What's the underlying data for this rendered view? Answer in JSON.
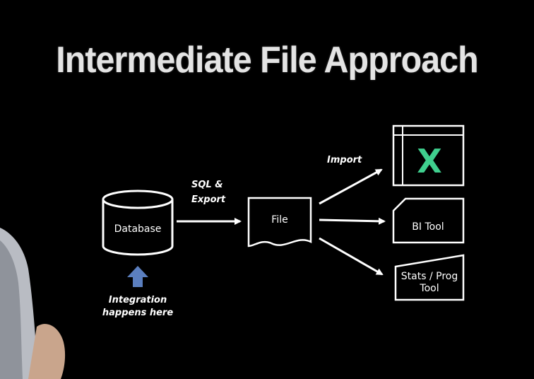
{
  "slide": {
    "title": "Intermediate File Approach"
  },
  "nodes": {
    "database": "Database",
    "file": "File",
    "excel_glyph": "X",
    "bi_tool": "BI Tool",
    "stats_tool_line1": "Stats / Prog",
    "stats_tool_line2": "Tool"
  },
  "edges": {
    "sql_export_line1": "SQL &",
    "sql_export_line2": "Export",
    "import": "Import"
  },
  "annotation": {
    "line1": "Integration",
    "line2": "happens here"
  },
  "colors": {
    "background": "#000000",
    "stroke": "#ffffff",
    "title": "#e4e4e4",
    "excel_green": "#3fcf8e",
    "up_arrow": "#5b7fbf"
  }
}
